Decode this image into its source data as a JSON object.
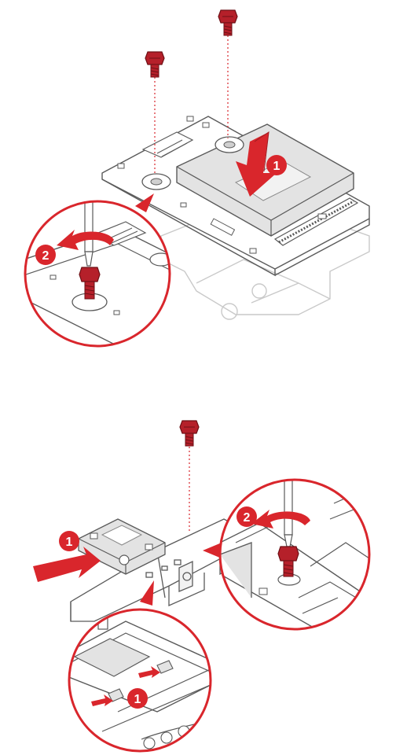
{
  "colors": {
    "accent_red": "#d9262c",
    "screw_red": "#b5202a",
    "screw_dark": "#6e1016",
    "line_gray": "#5a5a5a",
    "fill_gray": "#e3e3e3",
    "faint_gray": "#c9c9c9",
    "white": "#ffffff"
  },
  "steps": {
    "top_board_arrow": "1",
    "top_turn_arrow": "2",
    "bottom_slide_arrow": "1",
    "bottom_turn_arrow": "2",
    "bottom_tab_arrow": "1"
  },
  "icons": {
    "screw": "screw-icon",
    "screwdriver": "screwdriver-icon",
    "rotate_arrow": "curved-arrow-icon",
    "push_arrow": "push-arrow-icon"
  }
}
